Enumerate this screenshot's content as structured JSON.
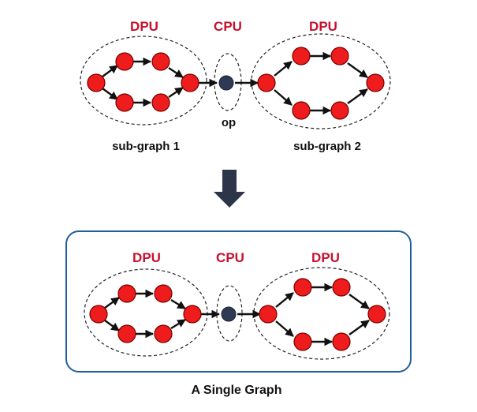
{
  "top": {
    "dpu_left_label": "DPU",
    "cpu_label": "CPU",
    "dpu_right_label": "DPU",
    "op_label": "op",
    "subgraph1_label": "sub-graph 1",
    "subgraph2_label": "sub-graph 2"
  },
  "bottom": {
    "dpu_left_label": "DPU",
    "cpu_label": "CPU",
    "dpu_right_label": "DPU",
    "caption": "A Single Graph"
  },
  "colors": {
    "dpu_label": "#c8102e",
    "node_fill": "#ee1c1c",
    "cpu_node_fill": "#2e3a55",
    "frame_border": "#1f5f9e",
    "arrow_down": "#2d3548"
  },
  "icons": {
    "transition": "arrow-down-icon"
  }
}
